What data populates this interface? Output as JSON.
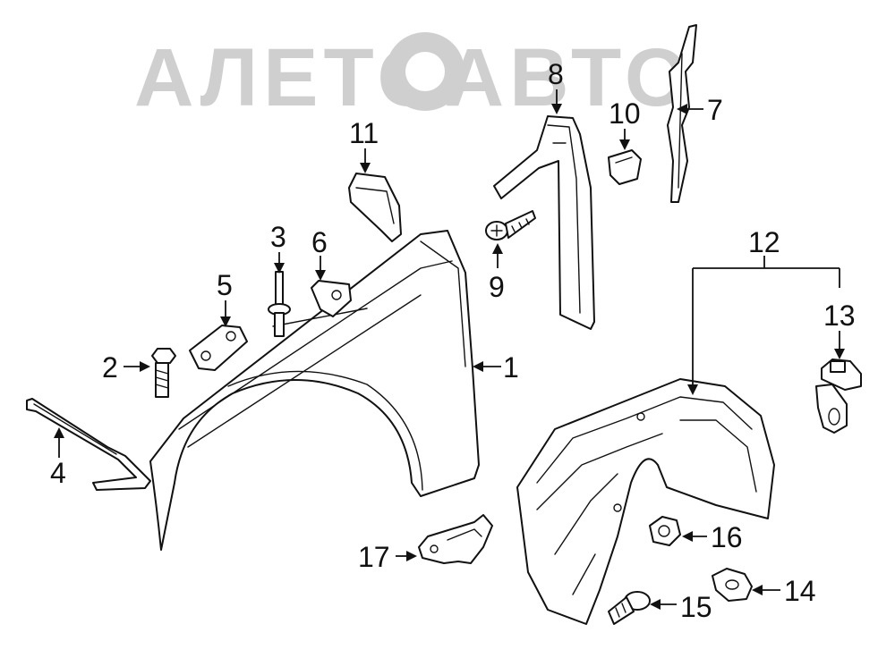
{
  "watermark": {
    "text": "АЛЕТОАВТО",
    "color": "#cfcfcf"
  },
  "callouts": {
    "c1": "1",
    "c2": "2",
    "c3": "3",
    "c4": "4",
    "c5": "5",
    "c6": "6",
    "c7": "7",
    "c8": "8",
    "c9": "9",
    "c10": "10",
    "c11": "11",
    "c12": "12",
    "c13": "13",
    "c14": "14",
    "c15": "15",
    "c16": "16",
    "c17": "17"
  },
  "colors": {
    "line": "#111111",
    "background": "#ffffff"
  }
}
